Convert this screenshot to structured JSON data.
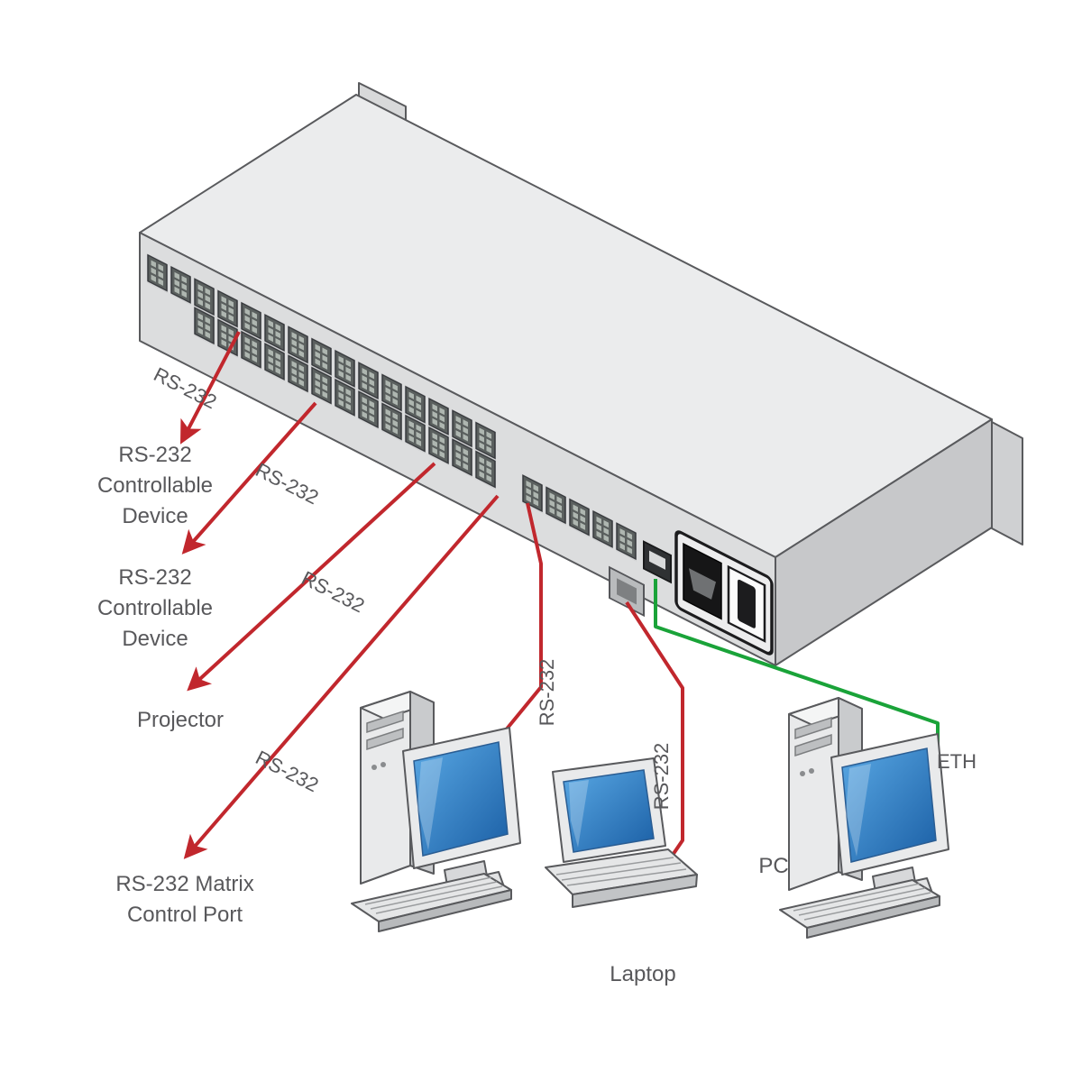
{
  "colors": {
    "rs232_red": "#c1272d",
    "eth_green": "#1aa339",
    "text_gray": "#58585b"
  },
  "labels": {
    "rs232_1": "RS-232",
    "rs232_2": "RS-232",
    "rs232_3": "RS-232",
    "rs232_4": "RS-232",
    "rs232_desktop": "RS-232",
    "rs232_laptop": "RS-232",
    "eth": "ETH"
  },
  "nodes": {
    "controllable_device_1": {
      "line1": "RS-232",
      "line2": "Controllable",
      "line3": "Device"
    },
    "controllable_device_2": {
      "line1": "RS-232",
      "line2": "Controllable",
      "line3": "Device"
    },
    "projector": {
      "label": "Projector"
    },
    "matrix_control_port": {
      "line1": "RS-232 Matrix",
      "line2": "Control Port"
    },
    "laptop": {
      "label": "Laptop"
    },
    "pc": {
      "label": "PC"
    }
  },
  "connections": [
    {
      "from": "matrix-switcher",
      "to": "rs232-controllable-device-1",
      "type": "RS-232"
    },
    {
      "from": "matrix-switcher",
      "to": "rs232-controllable-device-2",
      "type": "RS-232"
    },
    {
      "from": "matrix-switcher",
      "to": "projector",
      "type": "RS-232"
    },
    {
      "from": "matrix-switcher",
      "to": "rs232-matrix-control-port",
      "type": "RS-232"
    },
    {
      "from": "matrix-switcher",
      "to": "desktop-computer",
      "type": "RS-232"
    },
    {
      "from": "matrix-switcher",
      "to": "laptop",
      "type": "RS-232"
    },
    {
      "from": "matrix-switcher",
      "to": "pc",
      "type": "ETH"
    }
  ]
}
